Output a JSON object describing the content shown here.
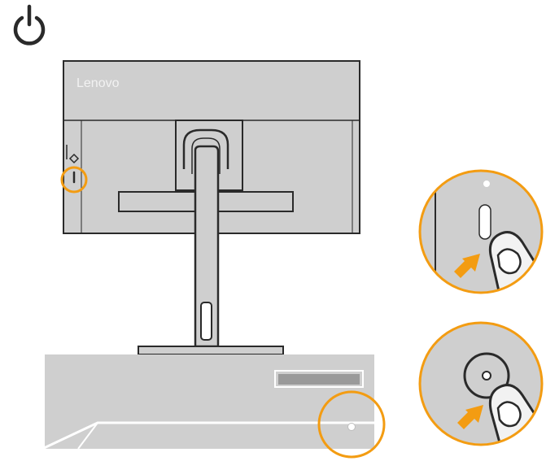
{
  "power_symbol": {
    "icon": "power-icon"
  },
  "monitor": {
    "brand": "Lenovo"
  },
  "colors": {
    "monitor_fill": "#cfcfcf",
    "outline": "#2a2a2a",
    "highlight": "#f39c12",
    "arrow": "#f39c12",
    "brand_text": "#f2f2f2",
    "finger_fill": "#f2f2f2"
  },
  "callouts": [
    {
      "name": "monitor-power-button-callout",
      "icon": "power-button-icon"
    },
    {
      "name": "pc-power-button-callout",
      "icon": "power-button-icon"
    },
    {
      "name": "monitor-button-zoom",
      "icon": "finger-press-icon"
    },
    {
      "name": "pc-button-zoom",
      "icon": "finger-press-icon"
    }
  ]
}
